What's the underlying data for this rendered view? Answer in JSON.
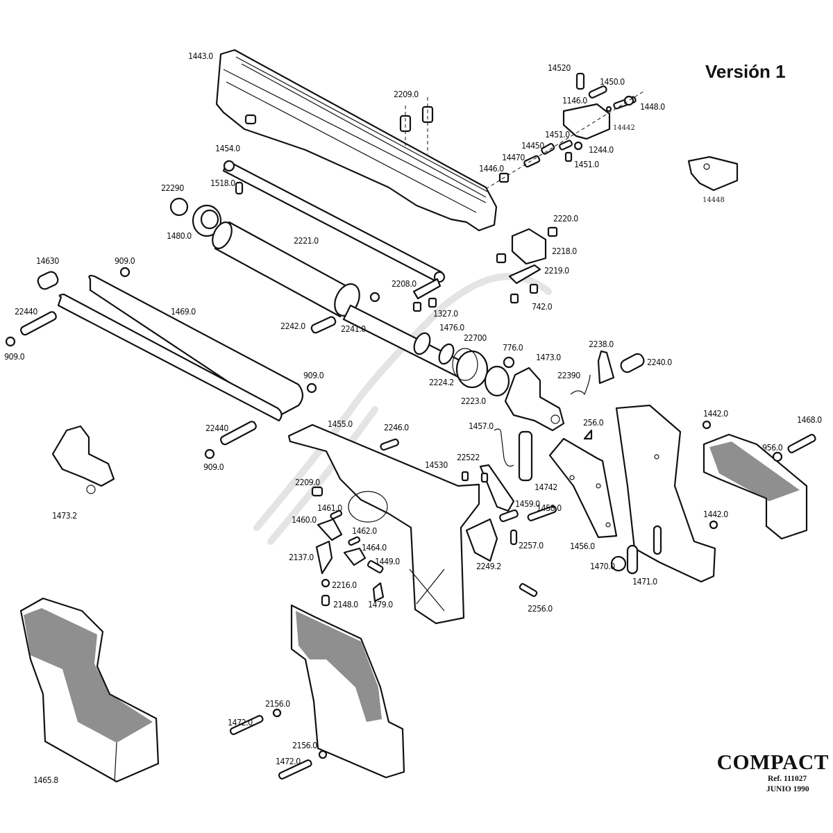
{
  "diagram": {
    "version_label": "Versión 1",
    "title": "COMPACT",
    "reference": "Ref. 111027",
    "date": "JUNIO 1990",
    "colors": {
      "ink": "#111111",
      "background": "#ffffff",
      "watermark": "#e4e4e4"
    },
    "part_labels": [
      "1443.0",
      "2209.0",
      "14520",
      "1450.0",
      "1146.0",
      "1448.0",
      "14442",
      "1451.0",
      "14450",
      "14470",
      "1446.0",
      "1244.0",
      "1451.0",
      "14448",
      "1454.0",
      "1518.0",
      "22290",
      "1480.0",
      "2221.0",
      "2220.0",
      "2218.0",
      "2219.0",
      "14630",
      "909.0",
      "2208.0",
      "742.0",
      "22440",
      "1469.0",
      "1327.0",
      "2242.0",
      "2241.0",
      "1476.0",
      "22700",
      "776.0",
      "1473.0",
      "2238.0",
      "2240.0",
      "909.0",
      "2224.2",
      "2223.0",
      "22390",
      "909.0",
      "1455.0",
      "2246.0",
      "1457.0",
      "256.0",
      "1442.0",
      "1468.0",
      "22440",
      "956.0",
      "14530",
      "22522",
      "909.0",
      "2209.0",
      "14742",
      "1473.2",
      "1461.0",
      "1459.0",
      "1458.0",
      "1460.0",
      "1462.0",
      "2257.0",
      "1456.0",
      "1442.0",
      "1464.0",
      "2137.0",
      "1449.0",
      "2249.2",
      "1470.0",
      "1471.0",
      "2216.0",
      "2148.0",
      "1479.0",
      "2256.0",
      "2156.0",
      "1472.0",
      "2156.0",
      "1472.0",
      "1465.8"
    ]
  }
}
